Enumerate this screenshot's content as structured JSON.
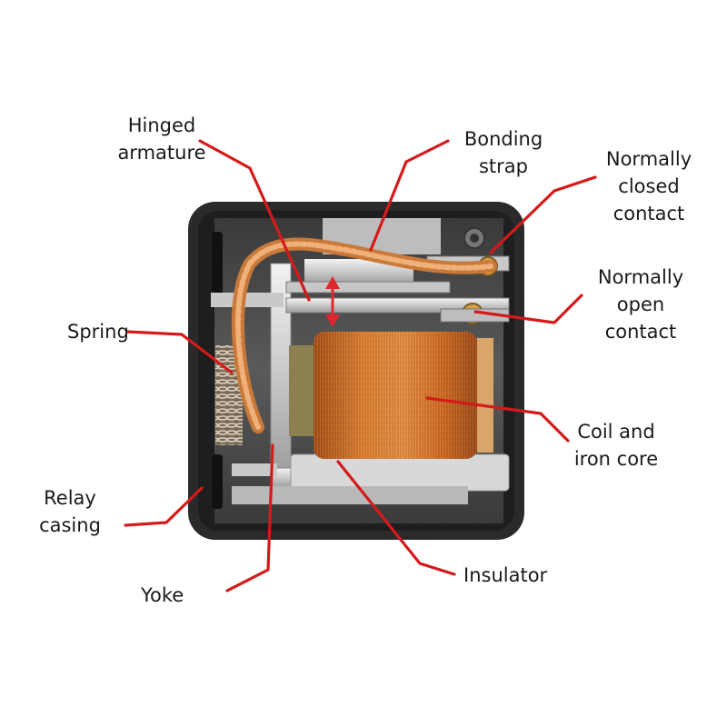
{
  "labels": {
    "hinged_armature": [
      "Hinged",
      "armature"
    ],
    "bonding_strap": [
      "Bonding",
      "strap"
    ],
    "normally_closed": [
      "Normally",
      "closed",
      "contact"
    ],
    "normally_open": [
      "Normally",
      "open",
      "contact"
    ],
    "spring": [
      "Spring"
    ],
    "coil": [
      "Coil and",
      "iron core"
    ],
    "relay_casing": [
      "Relay",
      "casing"
    ],
    "yoke": [
      "Yoke"
    ],
    "insulator": [
      "Insulator"
    ]
  },
  "colors": {
    "leader": "#d41a1a",
    "arrow": "#e0262e",
    "casing": "#2b2b2b",
    "coil": "#c8641e",
    "copper_braid": "#d98a4a",
    "metal": "#cfcfcf"
  }
}
